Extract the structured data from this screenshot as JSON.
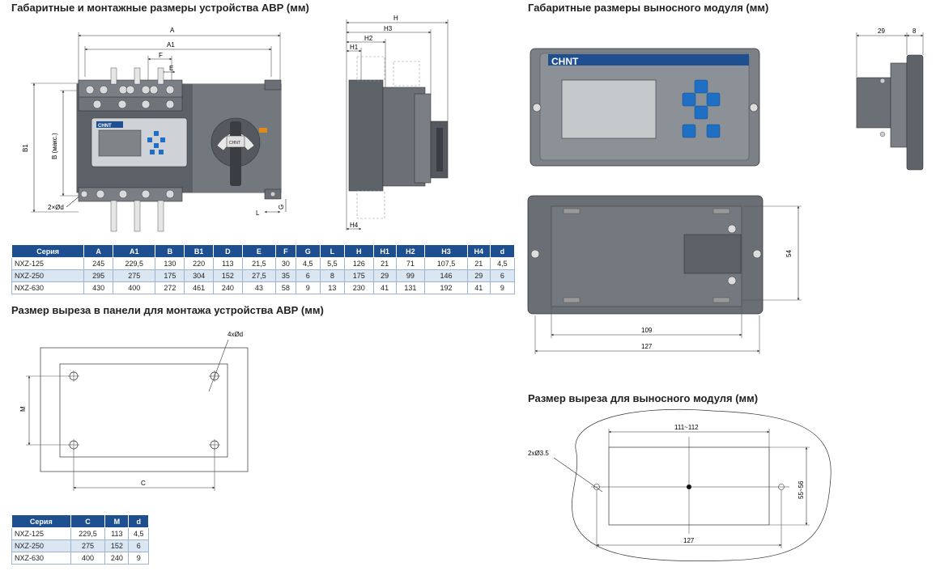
{
  "headings": {
    "main": "Габаритные и монтажные размеры устройства АВР (мм)",
    "remote": "Габаритные размеры выносного модуля (мм)",
    "cutout_panel": "Размер выреза в панели для монтажа устройства АВР (мм)",
    "cutout_remote": "Размер выреза для выносного модуля (мм)"
  },
  "brand": "CHNT",
  "dims_front": {
    "A": "A",
    "A1": "A1",
    "F": "F",
    "E": "E",
    "B1": "B1",
    "B": "B (макс.)",
    "d": "2×Ød",
    "L": "L",
    "G": "G"
  },
  "dims_side": {
    "H": "H",
    "H3": "H3",
    "H2": "H2",
    "H1": "H1",
    "H4": "H4"
  },
  "dims_remote_top": {
    "a": "29",
    "b": "8"
  },
  "dims_remote_back": {
    "w_inner": "109",
    "w_outer": "127",
    "h": "54"
  },
  "dims_cutout_panel": {
    "holes": "4xØd",
    "M": "M",
    "C": "C"
  },
  "dims_cutout_remote": {
    "width": "111~112",
    "height": "55~56",
    "span": "127",
    "holes": "2xØ3.5"
  },
  "table_main": {
    "headers": [
      "Серия",
      "A",
      "A1",
      "B",
      "B1",
      "D",
      "E",
      "F",
      "G",
      "L",
      "H",
      "H1",
      "H2",
      "H3",
      "H4",
      "d"
    ],
    "rows": [
      [
        "NXZ-125",
        "245",
        "229,5",
        "130",
        "220",
        "113",
        "21,5",
        "30",
        "4,5",
        "5,5",
        "126",
        "21",
        "71",
        "107,5",
        "21",
        "4,5"
      ],
      [
        "NXZ-250",
        "295",
        "275",
        "175",
        "304",
        "152",
        "27,5",
        "35",
        "6",
        "8",
        "175",
        "29",
        "99",
        "146",
        "29",
        "6"
      ],
      [
        "NXZ-630",
        "430",
        "400",
        "272",
        "461",
        "240",
        "43",
        "58",
        "9",
        "13",
        "230",
        "41",
        "131",
        "192",
        "41",
        "9"
      ]
    ]
  },
  "table_cut": {
    "headers": [
      "Серия",
      "C",
      "M",
      "d"
    ],
    "rows": [
      [
        "NXZ-125",
        "229,5",
        "113",
        "4,5"
      ],
      [
        "NXZ-250",
        "275",
        "152",
        "6"
      ],
      [
        "NXZ-630",
        "400",
        "240",
        "9"
      ]
    ]
  },
  "colors": {
    "header": "#1d4f91",
    "row_alt": "#dbe6f3",
    "device": "#5c6168",
    "keypad": "#1f6fc4"
  }
}
